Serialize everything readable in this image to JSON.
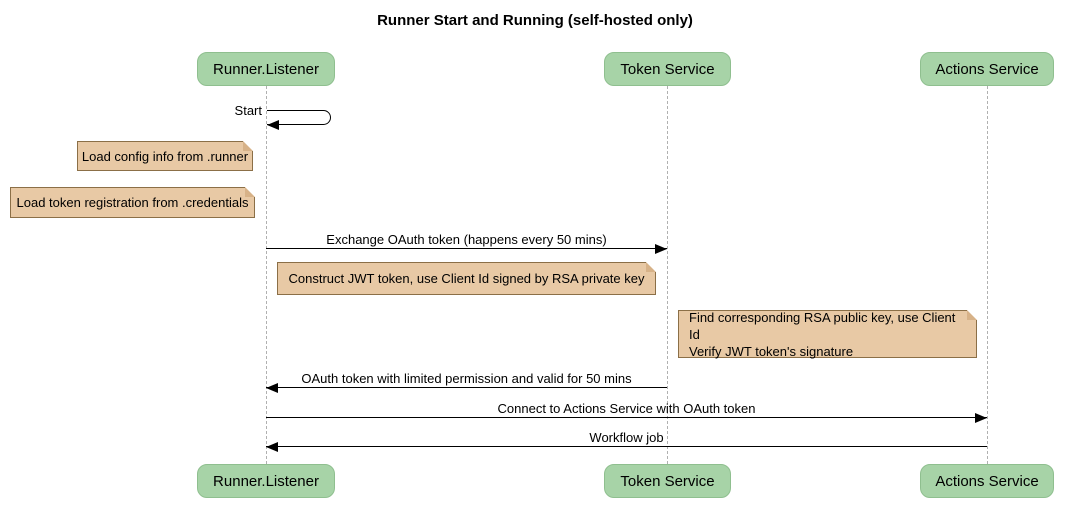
{
  "diagram": {
    "title": "Runner Start and Running (self-hosted only)",
    "participants": [
      {
        "name": "Runner.Listener"
      },
      {
        "name": "Token Service"
      },
      {
        "name": "Actions Service"
      }
    ],
    "messages": [
      {
        "label": "Start",
        "from": "Runner.Listener",
        "to": "Runner.Listener",
        "type": "self"
      },
      {
        "label": "Exchange OAuth token (happens every 50 mins)",
        "from": "Runner.Listener",
        "to": "Token Service",
        "type": "solid-arrow"
      },
      {
        "label": "OAuth token with limited permission and valid for 50 mins",
        "from": "Token Service",
        "to": "Runner.Listener",
        "type": "solid-arrow"
      },
      {
        "label": "Connect to Actions Service with OAuth token",
        "from": "Runner.Listener",
        "to": "Actions Service",
        "type": "solid-arrow"
      },
      {
        "label": "Workflow job",
        "from": "Actions Service",
        "to": "Runner.Listener",
        "type": "solid-arrow"
      }
    ],
    "notes": [
      {
        "text": "Load config info from .runner"
      },
      {
        "text": "Load token registration from .credentials"
      },
      {
        "text": "Construct JWT token, use Client Id signed by RSA private key"
      },
      {
        "text": "Find corresponding RSA public key, use Client Id\nVerify JWT token's signature"
      }
    ],
    "colors": {
      "participant_fill": "#a7d3a7",
      "participant_border": "#8fbf8f",
      "note_fill": "#e8c9a5",
      "note_border": "#8b6f47",
      "note_fold": "#d7b288",
      "lifeline": "#b0b0b0",
      "arrow": "#000000"
    }
  }
}
